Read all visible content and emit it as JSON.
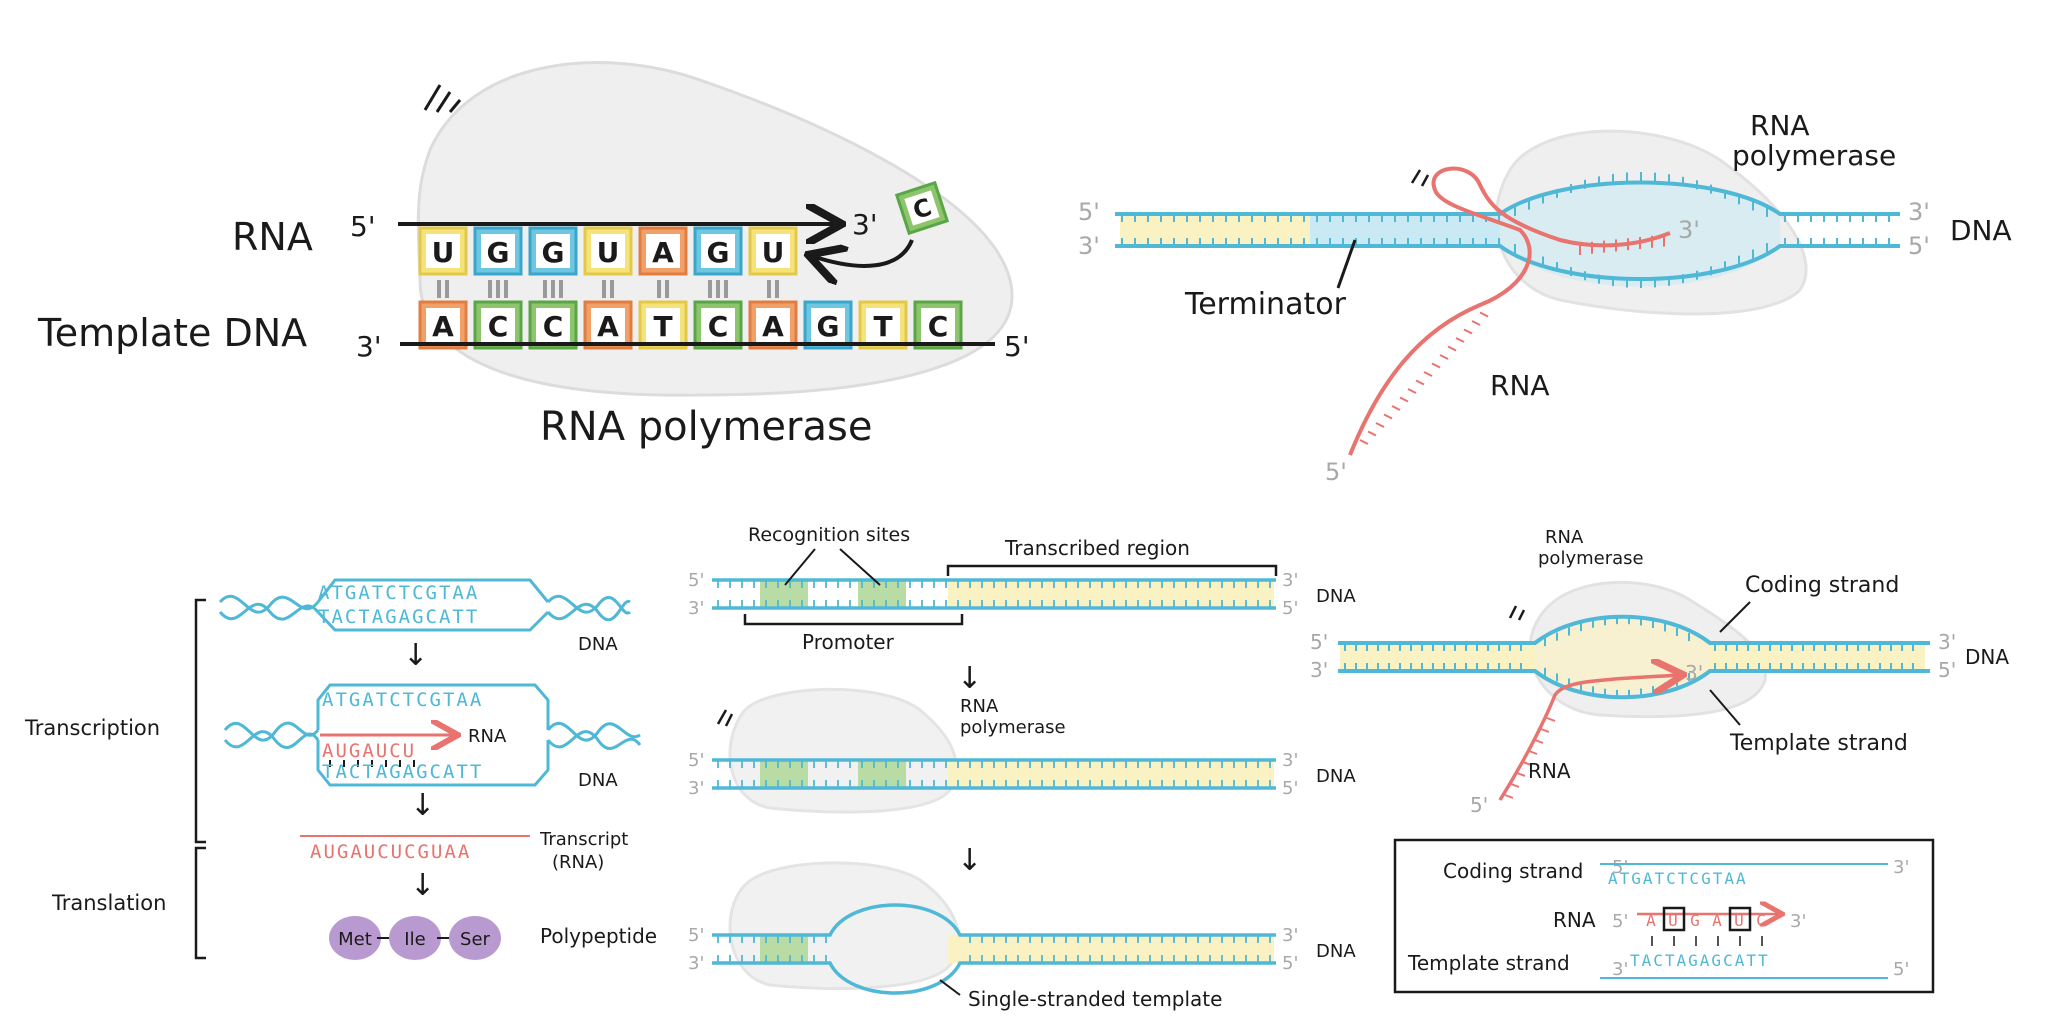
{
  "p1": {
    "rna_label": "RNA",
    "template_label": "Template DNA",
    "polymerase_label": "RNA polymerase",
    "five_prime": "5'",
    "three_prime": "3'",
    "rna_bases": [
      "U",
      "G",
      "G",
      "U",
      "A",
      "G",
      "U"
    ],
    "dna_bases": [
      "A",
      "C",
      "C",
      "A",
      "T",
      "C",
      "A",
      "G",
      "T",
      "C"
    ],
    "incoming_base": "C",
    "bond_marks": [
      "II",
      "III",
      "III",
      "II",
      "II",
      "III",
      "II"
    ],
    "colors": {
      "U": "#f5e27a",
      "G": "#6ec6e0",
      "A": "#f2a06a",
      "C": "#8cc56c",
      "T": "#f5e27a"
    }
  },
  "p2": {
    "rna_polymerase": [
      "RNA",
      "polymerase"
    ],
    "dna": "DNA",
    "terminator": "Terminator",
    "rna": "RNA",
    "five_prime": "5'",
    "three_prime": "3'"
  },
  "p3": {
    "top_coding": "ATGATCTCGTAA",
    "top_template": "TACTAGAGCATT",
    "dna": "DNA",
    "rna_partial": "AUGAUCU",
    "rna_label": "RNA",
    "transcript": "AUGAUCUCGUAA",
    "transcript_label": [
      "Transcript",
      "(RNA)"
    ],
    "transcription": "Transcription",
    "translation": "Translation",
    "amino_acids": [
      "Met",
      "Ile",
      "Ser"
    ],
    "polypeptide": "Polypeptide"
  },
  "p4": {
    "recognition_sites": "Recognition sites",
    "transcribed_region": "Transcribed region",
    "promoter": "Promoter",
    "rna_polymerase": [
      "RNA",
      "polymerase"
    ],
    "single_stranded": "Single-stranded template",
    "dna": "DNA",
    "five_prime": "5'",
    "three_prime": "3'"
  },
  "p5": {
    "rna_polymerase": [
      "RNA",
      "polymerase"
    ],
    "coding_strand": "Coding strand",
    "template_strand": "Template strand",
    "dna": "DNA",
    "rna": "RNA",
    "five_prime": "5'",
    "three_prime": "3'"
  },
  "p6": {
    "coding_label": "Coding strand",
    "rna_label": "RNA",
    "template_label": "Template strand",
    "coding_seq": "ATGATCTCGTAA",
    "rna_bases": [
      "A",
      "U",
      "G",
      "A",
      "U",
      "C"
    ],
    "template_seq": "TACTAGAGCATT",
    "five_prime": "5'",
    "three_prime": "3'"
  }
}
